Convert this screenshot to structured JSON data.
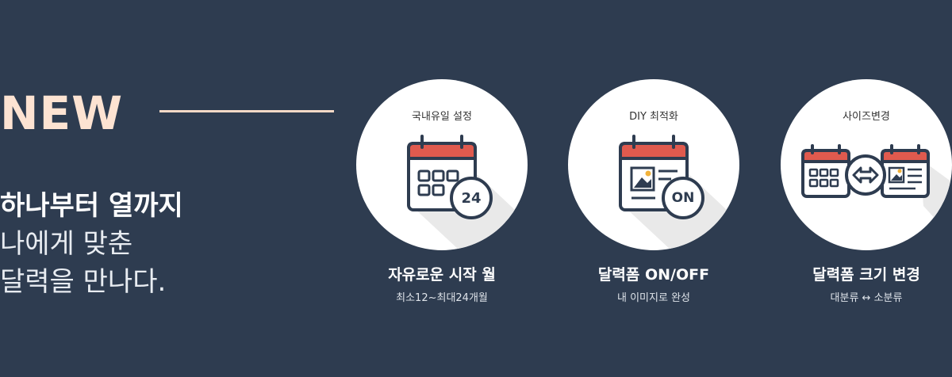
{
  "hero": {
    "new_label": "NEW",
    "line1": "하나부터 열까지",
    "line2": "나에게 맞춘",
    "line3": "달력을 만나다."
  },
  "features": [
    {
      "circle_label": "국내유일 설정",
      "badge": "24",
      "title": "자유로운 시작 월",
      "subtitle": "최소12~최대24개월",
      "icon": "calendar-24-icon"
    },
    {
      "circle_label": "DIY 최적화",
      "badge": "ON",
      "title": "달력폼 ON/OFF",
      "subtitle": "내 이미지로 완성",
      "icon": "calendar-on-icon"
    },
    {
      "circle_label": "사이즈변경",
      "title": "달력폼 크기 변경",
      "subtitle": "대분류 ↔ 소분류",
      "icon": "calendar-resize-icon"
    }
  ],
  "colors": {
    "background": "#2e3c50",
    "accent": "#fde3d2",
    "calendar_header": "#e05a4e",
    "icon_dark": "#2e3c50"
  }
}
